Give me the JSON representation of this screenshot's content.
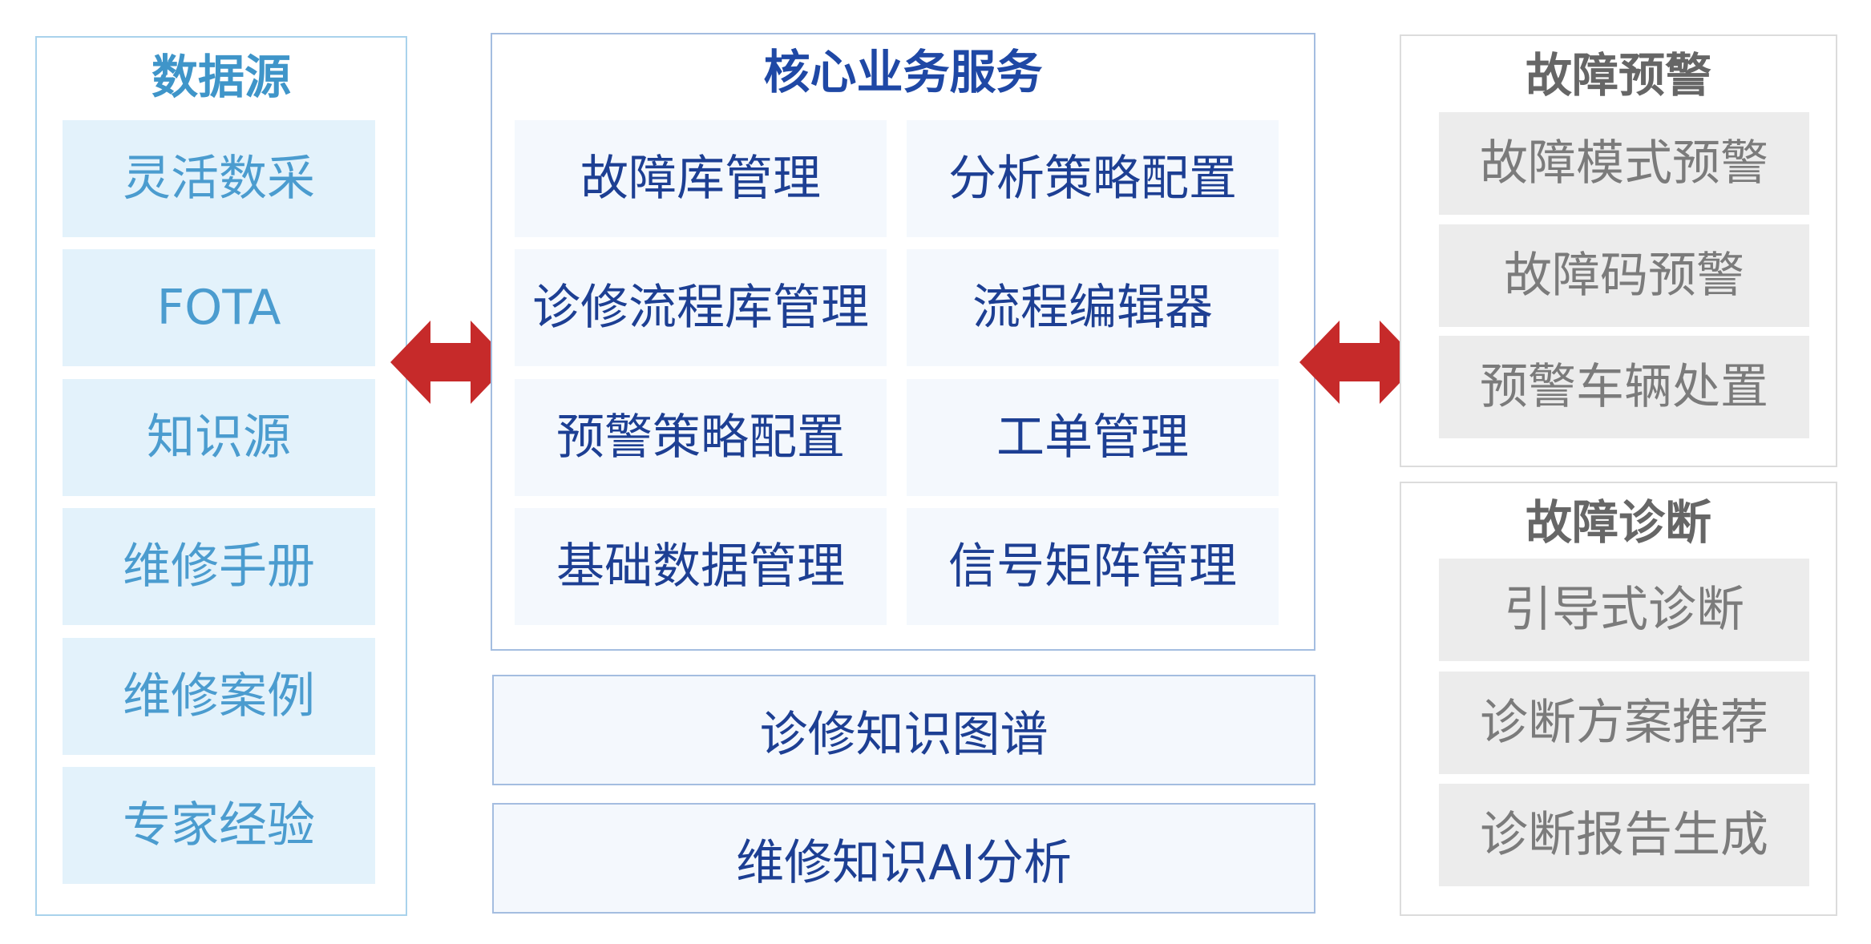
{
  "colors": {
    "source_border": "#a9d2ec",
    "source_title": "#3f95c9",
    "source_cell_bg": "#e3f2fb",
    "source_cell_text": "#4b9ccf",
    "core_border": "#a4bde0",
    "core_title": "#1f48a5",
    "core_cell_bg": "#f4f8fd",
    "core_cell_text": "#1d3f93",
    "right_border": "#dcdcdc",
    "right_title": "#666666",
    "right_cell_bg": "#ececec",
    "right_cell_text": "#7b7b7b",
    "arrow": "#c62a2a"
  },
  "data_source": {
    "title": "数据源",
    "items": [
      "灵活数采",
      "FOTA",
      "知识源",
      "维修手册",
      "维修案例",
      "专家经验"
    ]
  },
  "core_service": {
    "title": "核心业务服务",
    "rows": [
      [
        "故障库管理",
        "分析策略配置"
      ],
      [
        "诊修流程库管理",
        "流程编辑器"
      ],
      [
        "预警策略配置",
        "工单管理"
      ],
      [
        "基础数据管理",
        "信号矩阵管理"
      ]
    ]
  },
  "knowledge_graph": {
    "label": "诊修知识图谱"
  },
  "ai_analysis": {
    "label": "维修知识AI分析"
  },
  "fault_warning": {
    "title": "故障预警",
    "items": [
      "故障模式预警",
      "故障码预警",
      "预警车辆处置"
    ]
  },
  "fault_diagnosis": {
    "title": "故障诊断",
    "items": [
      "引导式诊断",
      "诊断方案推荐",
      "诊断报告生成"
    ]
  },
  "arrows": {
    "left_icon": "double-arrow-icon",
    "right_icon": "double-arrow-icon"
  }
}
